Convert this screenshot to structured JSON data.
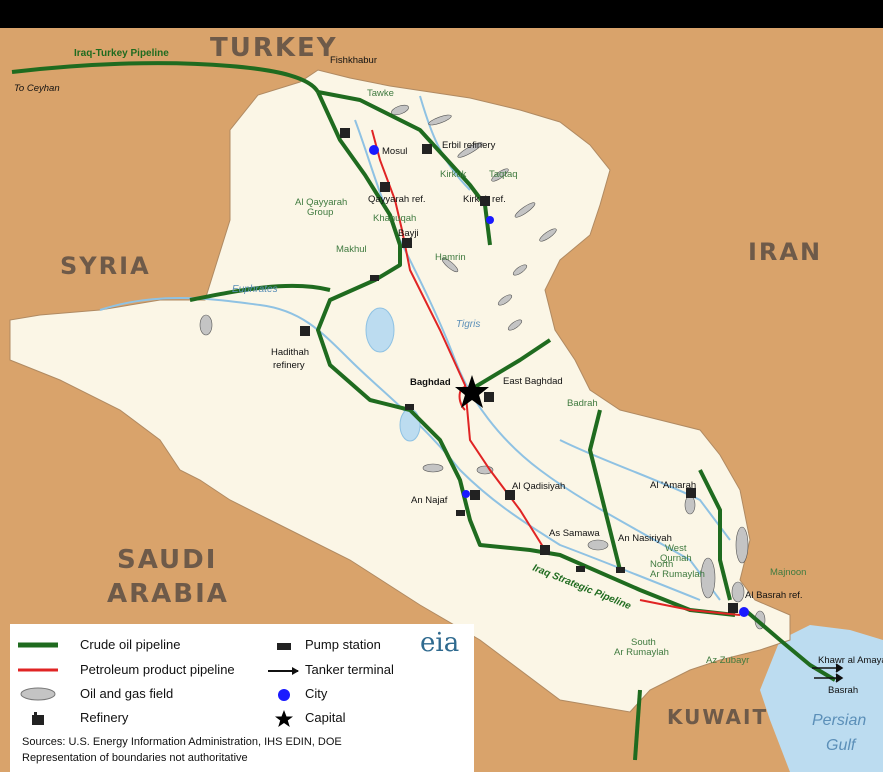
{
  "countries": {
    "turkey": "TURKEY",
    "syria": "SYRIA",
    "iran": "IRAN",
    "saudi_line1": "SAUDI",
    "saudi_line2": "ARABIA",
    "kuwait": "KUWAIT"
  },
  "water": {
    "gulf_line1": "Persian",
    "gulf_line2": "Gulf",
    "euphrates": "Euphrates",
    "tigris": "Tigris"
  },
  "pipelines": {
    "iraq_turkey": "Iraq-Turkey Pipeline",
    "strategic": "Iraq Strategic Pipeline"
  },
  "places": {
    "to_ceyhan": "To Ceyhan",
    "fishkhabur": "Fishkhabur",
    "mosul": "Mosul",
    "erbil_refinery": "Erbil refinery",
    "qayyarah_ref": "Qayyarah ref.",
    "kirkuk_ref": "Kirkuk ref.",
    "bayji": "Bayji",
    "haditha_line1": "Hadithah",
    "haditha_line2": "refinery",
    "baghdad": "Baghdad",
    "east_baghdad": "East Baghdad",
    "al_qadisiyah": "Al Qadisiyah",
    "an_najaf": "An Najaf",
    "as_samawa": "As Samawa",
    "an_nasiriyah": "An Nasiriyah",
    "al_amarah": "Al 'Amarah",
    "al_basrah_ref": "Al Basrah ref.",
    "khawr_al_amaya": "Khawr al Amaya",
    "basrah": "Basrah"
  },
  "fields": {
    "tawke": "Tawke",
    "kirkuk": "Kirkuk",
    "taqtaq": "Taqtaq",
    "al_qayyarah_line1": "Al Qayyarah",
    "al_qayyarah_line2": "Group",
    "khanuqah": "Khanuqah",
    "makhul": "Makhul",
    "hamrin": "Hamrin",
    "badrah": "Badrah",
    "west_qurnah_line1": "West",
    "west_qurnah_line2": "Qurnah",
    "north_rumaylah_line1": "North",
    "north_rumaylah_line2": "Ar Rumaylah",
    "majnoon": "Majnoon",
    "south_rumaylah_line1": "South",
    "south_rumaylah_line2": "Ar Rumaylah",
    "az_zubayr": "Az Zubayr"
  },
  "legend": {
    "crude": "Crude oil pipeline",
    "product": "Petroleum product pipeline",
    "field": "Oil and gas field",
    "refinery": "Refinery",
    "pump": "Pump station",
    "tanker": "Tanker terminal",
    "city": "City",
    "capital": "Capital",
    "logo": "eia",
    "sources": "Sources: U.S. Energy Information Administration, IHS EDIN, DOE",
    "disclaimer": "Representation of boundaries not authoritative"
  },
  "colors": {
    "neighbor_land": "#d9a36b",
    "iraq_land": "#fbf6e6",
    "water": "#bcdcf0",
    "crude_pipeline": "#1f6b1f",
    "product_pipeline": "#e02424",
    "field": "#c4c4c4",
    "city": "#1a1aff",
    "river": "#8fc2e3"
  }
}
